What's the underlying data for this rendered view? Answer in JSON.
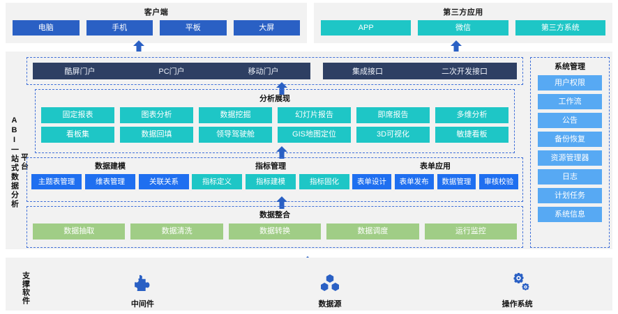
{
  "top": {
    "client": {
      "title": "客户端",
      "items": [
        "电脑",
        "手机",
        "平板",
        "大屏"
      ],
      "color": "#2a60c4"
    },
    "third_party": {
      "title": "第三方应用",
      "items": [
        "APP",
        "微信",
        "第三方系统"
      ],
      "color": "#1ec6c6"
    }
  },
  "platform": {
    "side_label": "ABI一站式数据分析平台",
    "side_label_main": "ABI一站式数据分析",
    "side_label_tail": "平台",
    "portal": {
      "left_items": [
        "酷屏门户",
        "PC门户",
        "移动门户"
      ],
      "right_items": [
        "集成接口",
        "二次开发接口"
      ],
      "bar_color": "#2e3f63"
    },
    "analysis": {
      "title": "分析展现",
      "color": "#1ec6c6",
      "row1": [
        "固定报表",
        "图表分析",
        "数据挖掘",
        "幻灯片报告",
        "即席报告",
        "多维分析"
      ],
      "row2": [
        "看板集",
        "数据回填",
        "领导驾驶舱",
        "GIS地图定位",
        "3D可视化",
        "敏捷看板"
      ]
    },
    "middle": {
      "groups": [
        {
          "title": "数据建模",
          "color": "#1f6ff0",
          "style": "blue",
          "items": [
            "主题表管理",
            "维表管理",
            "关联关系"
          ]
        },
        {
          "title": "指标管理",
          "color": "#1ec6c6",
          "style": "teal",
          "items": [
            "指标定义",
            "指标建模",
            "指标固化"
          ]
        },
        {
          "title": "表单应用",
          "color": "#1f6ff0",
          "style": "blue",
          "items": [
            "表单设计",
            "表单发布",
            "数据管理",
            "审核校验"
          ]
        }
      ]
    },
    "integration": {
      "title": "数据整合",
      "color": "#a0cd86",
      "items": [
        "数据抽取",
        "数据清洗",
        "数据转换",
        "数据调度",
        "运行监控"
      ]
    },
    "system_management": {
      "title": "系统管理",
      "color": "#57a9f3",
      "items": [
        "用户权限",
        "工作流",
        "公告",
        "备份恢复",
        "资源管理器",
        "日志",
        "计划任务",
        "系统信息"
      ]
    }
  },
  "support": {
    "label": "支撑软件",
    "items": [
      {
        "caption": "中间件",
        "icon": "puzzle-icon"
      },
      {
        "caption": "数据源",
        "icon": "database-nodes-icon"
      },
      {
        "caption": "操作系统",
        "icon": "gears-icon"
      }
    ]
  },
  "arrows": {
    "color": "#2a60c4",
    "count": 5
  }
}
